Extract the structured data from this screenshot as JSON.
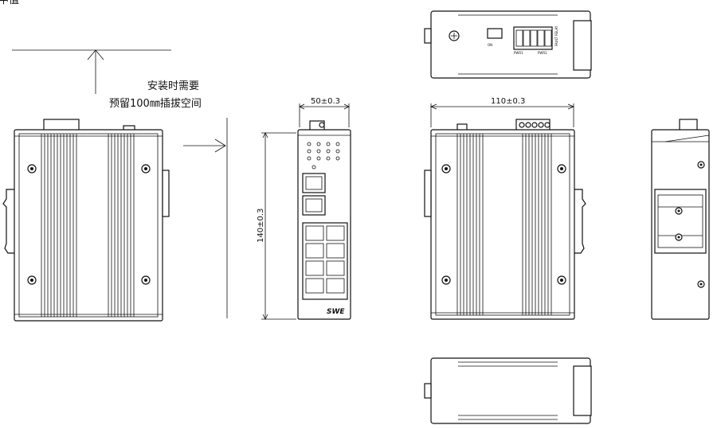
{
  "corner_text": "中值",
  "clearance_note": {
    "line1": "安装时需要",
    "line2": "预留100㎜插拔空间"
  },
  "dimensions": {
    "width": "50±0.3",
    "depth": "110±0.3",
    "height": "140±0.3"
  },
  "brand_logo": "SWE",
  "top_view_labels": {
    "dip_label": "ON",
    "terminal_left": "PWR1",
    "terminal_right": "PWR2",
    "fault_label": "FAULT RELAY"
  },
  "front_panel": {
    "led_rows": 3,
    "led_cols": 4,
    "sfp_ports": 2,
    "rj45_ports": 8
  }
}
